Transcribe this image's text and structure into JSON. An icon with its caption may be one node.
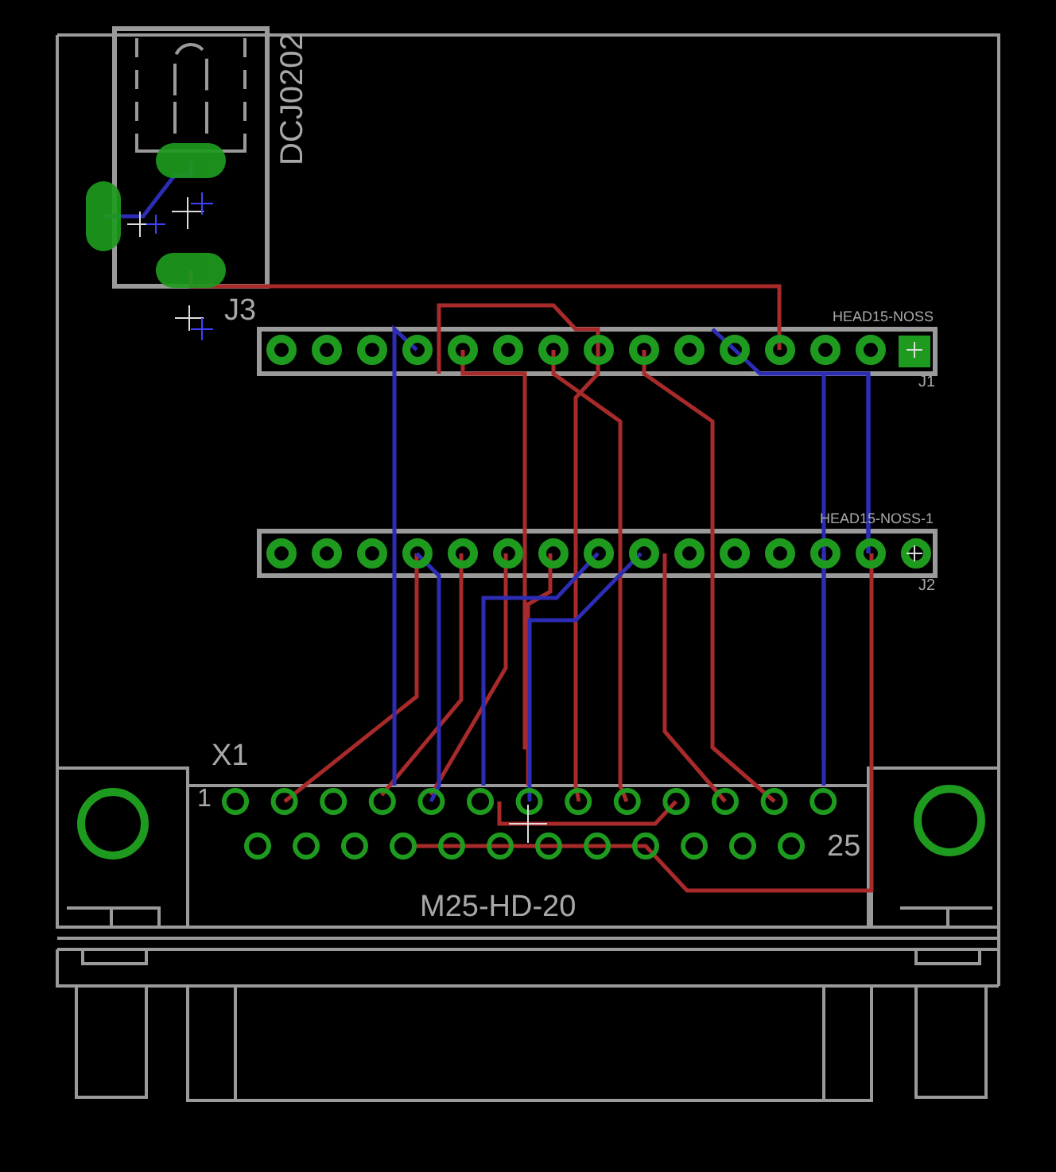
{
  "diagram": {
    "labels": [
      "DCJ0202",
      "J3",
      "HEAD15-NOSS",
      "J1",
      "HEAD15-NOSS-1",
      "J2",
      "X1",
      "1",
      "25",
      "M25-HD-20"
    ]
  }
}
